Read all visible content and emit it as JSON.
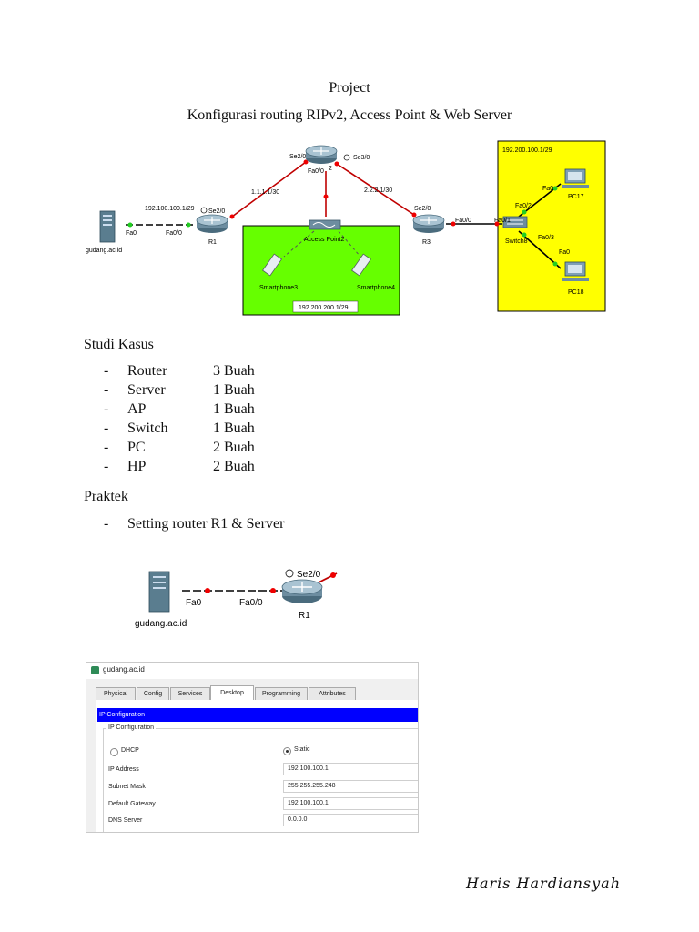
{
  "header": {
    "title": "Project",
    "subtitle": "Konfigurasi routing RIPv2, Access Point & Web Server"
  },
  "topology": {
    "yellow_net": "192.200.100.1/29",
    "green_net": "192.200.200.1/29",
    "link_r1_r2": "1.1.1.1/30",
    "link_r2_r3": "2.2.2.1/30",
    "server_ip": "192.100.100.1/29",
    "labels": {
      "r2_se20": "Se2/0",
      "r2_se30": "Se3/0",
      "r2_fa00": "Fa0/0",
      "r2_num": "2",
      "r1_se20": "Se2/0",
      "r1": "R1",
      "r1_fa00": "Fa0/0",
      "server_fa0": "Fa0",
      "server_name": "gudang.ac.id",
      "ap": "Access Point2",
      "sp3": "Smartphone3",
      "sp4": "Smartphone4",
      "r3_se20": "Se2/0",
      "r3": "R3",
      "r3_fa00": "Fa0/0",
      "sw_fa01": "Fa0/1",
      "sw_fa02": "Fa0/2",
      "sw_fa03": "Fa0/3",
      "sw_name": "Switch8",
      "pc17_fa0": "Fa0",
      "pc17": "PC17",
      "pc18_fa0": "Fa0",
      "pc18": "PC18"
    }
  },
  "studi_kasus": {
    "heading": "Studi Kasus",
    "items": [
      {
        "dash": "-",
        "name": "Router",
        "qty": "3 Buah"
      },
      {
        "dash": "-",
        "name": "Server",
        "qty": "1 Buah"
      },
      {
        "dash": "-",
        "name": "AP",
        "qty": "1 Buah"
      },
      {
        "dash": "-",
        "name": "Switch",
        "qty": "1 Buah"
      },
      {
        "dash": "-",
        "name": "PC",
        "qty": "2 Buah"
      },
      {
        "dash": "-",
        "name": "HP",
        "qty": "2 Buah"
      }
    ]
  },
  "praktek": {
    "heading": "Praktek",
    "dash": "-",
    "item": "Setting router R1 & Server"
  },
  "small_diagram": {
    "se20": "Se2/0",
    "fa0": "Fa0",
    "fa00": "Fa0/0",
    "r1": "R1",
    "server": "gudang.ac.id"
  },
  "pt_window": {
    "title": "gudang.ac.id",
    "tabs": [
      "Physical",
      "Config",
      "Services",
      "Desktop",
      "Programming",
      "Attributes"
    ],
    "active_tab": "Desktop",
    "bar": "IP Configuration",
    "group": "IP Configuration",
    "dhcp": "DHCP",
    "static": "Static",
    "fields": [
      {
        "label": "IP Address",
        "value": "192.100.100.1"
      },
      {
        "label": "Subnet Mask",
        "value": "255.255.255.248"
      },
      {
        "label": "Default Gateway",
        "value": "192.100.100.1"
      },
      {
        "label": "DNS Server",
        "value": "0.0.0.0"
      }
    ]
  },
  "footer": {
    "author": "Haris Hardiansyah"
  }
}
